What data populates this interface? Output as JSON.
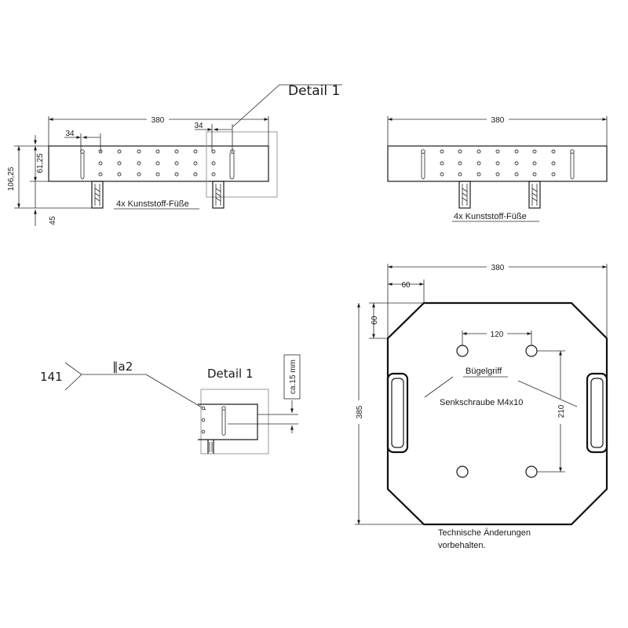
{
  "labels": {
    "detail_top": "Detail 1",
    "detail_title": "Detail 1",
    "feet_left": "4x Kunststoff-Füße",
    "feet_right": "4x Kunststoff-Füße",
    "handle": "Bügelgriff",
    "screw": "Senkschraube M4x10",
    "weld_number": "141",
    "weld_symbol": "∥a2",
    "ca15": "ca.15 mm",
    "note_line1": "Technische Änderungen",
    "note_line2": "vorbehalten."
  },
  "dims": {
    "front_width": "380",
    "front_34_left": "34",
    "front_34_right": "34",
    "front_height_total": "106,25",
    "front_height_body": "61,25",
    "front_feet": "45",
    "side_width": "380",
    "top_width": "380",
    "top_chamfer_x": "60",
    "top_chamfer_y": "60",
    "top_depth": "385",
    "top_hole_x": "120",
    "top_hole_y": "210"
  }
}
